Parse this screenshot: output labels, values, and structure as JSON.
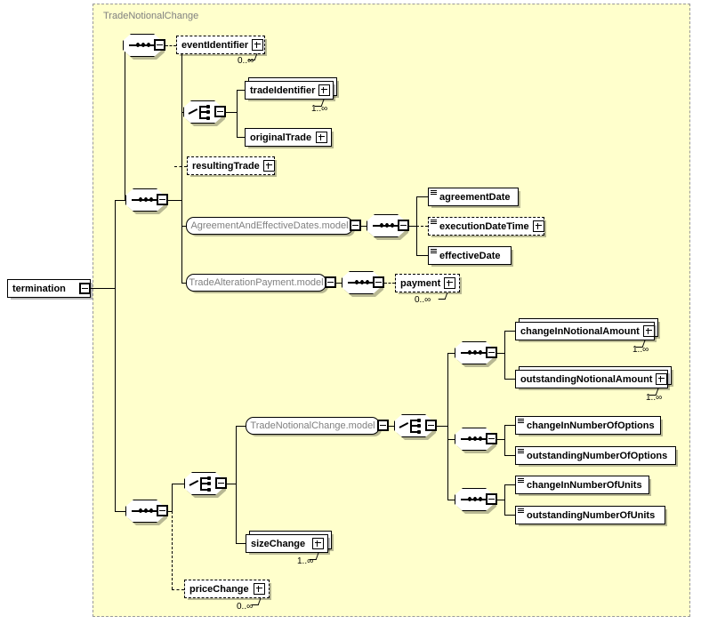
{
  "diagram": {
    "type": "xsd-schema-diagram",
    "root_element": {
      "name": "termination",
      "kind": "element",
      "expandable": true,
      "collapsed_control": "minus"
    },
    "group": {
      "name": "TradeNotionalChange",
      "border_style": "dashed",
      "background_color": "#ffffcc",
      "title_color": "#808080"
    },
    "colors": {
      "group_background": "#ffffcc",
      "group_border": "#999999",
      "node_background": "#ffffff",
      "node_border": "#000000",
      "model_text": "#808080",
      "element_text": "#000000",
      "canvas_background": "#ffffff"
    },
    "compositors": [
      {
        "id": "seq-top",
        "kind": "sequence",
        "glyph": "sequence-icon"
      },
      {
        "id": "choice-trade",
        "kind": "choice",
        "glyph": "choice-icon"
      },
      {
        "id": "seq-dates",
        "kind": "sequence",
        "glyph": "sequence-icon"
      },
      {
        "id": "seq-payment",
        "kind": "sequence",
        "glyph": "sequence-icon"
      },
      {
        "id": "seq-bottom",
        "kind": "sequence",
        "glyph": "sequence-icon"
      },
      {
        "id": "choice-size",
        "kind": "choice",
        "glyph": "choice-icon"
      },
      {
        "id": "choice-model",
        "kind": "choice",
        "glyph": "choice-icon"
      },
      {
        "id": "seq-notional",
        "kind": "sequence",
        "glyph": "sequence-icon"
      },
      {
        "id": "seq-options",
        "kind": "sequence",
        "glyph": "sequence-icon"
      },
      {
        "id": "seq-units",
        "kind": "sequence",
        "glyph": "sequence-icon"
      }
    ],
    "elements": [
      {
        "id": "eventIdentifier",
        "label": "eventIdentifier",
        "optional": true,
        "repeated": false,
        "expandable": true,
        "cardinality": "0..∞",
        "simple_type": false
      },
      {
        "id": "tradeIdentifier",
        "label": "tradeIdentifier",
        "optional": false,
        "repeated": true,
        "expandable": true,
        "cardinality": "1..∞",
        "simple_type": false
      },
      {
        "id": "originalTrade",
        "label": "originalTrade",
        "optional": false,
        "repeated": false,
        "expandable": true,
        "cardinality": "",
        "simple_type": false
      },
      {
        "id": "resultingTrade",
        "label": "resultingTrade",
        "optional": true,
        "repeated": false,
        "expandable": true,
        "cardinality": "",
        "simple_type": false
      },
      {
        "id": "agreementDate",
        "label": "agreementDate",
        "optional": false,
        "repeated": false,
        "expandable": false,
        "cardinality": "",
        "simple_type": true
      },
      {
        "id": "executionDateTime",
        "label": "executionDateTime",
        "optional": true,
        "repeated": false,
        "expandable": true,
        "cardinality": "",
        "simple_type": true
      },
      {
        "id": "effectiveDate",
        "label": "effectiveDate",
        "optional": false,
        "repeated": false,
        "expandable": false,
        "cardinality": "",
        "simple_type": true
      },
      {
        "id": "payment",
        "label": "payment",
        "optional": true,
        "repeated": false,
        "expandable": true,
        "cardinality": "0..∞",
        "simple_type": false
      },
      {
        "id": "changeInNotionalAmount",
        "label": "changeInNotionalAmount",
        "optional": false,
        "repeated": true,
        "expandable": true,
        "cardinality": "1..∞",
        "simple_type": false
      },
      {
        "id": "outstandingNotionalAmount",
        "label": "outstandingNotionalAmount",
        "optional": false,
        "repeated": true,
        "expandable": true,
        "cardinality": "1..∞",
        "simple_type": false
      },
      {
        "id": "changeInNumberOfOptions",
        "label": "changeInNumberOfOptions",
        "optional": false,
        "repeated": false,
        "expandable": false,
        "cardinality": "",
        "simple_type": true
      },
      {
        "id": "outstandingNumberOfOptions",
        "label": "outstandingNumberOfOptions",
        "optional": false,
        "repeated": false,
        "expandable": false,
        "cardinality": "",
        "simple_type": true
      },
      {
        "id": "changeInNumberOfUnits",
        "label": "changeInNumberOfUnits",
        "optional": false,
        "repeated": false,
        "expandable": false,
        "cardinality": "",
        "simple_type": true
      },
      {
        "id": "outstandingNumberOfUnits",
        "label": "outstandingNumberOfUnits",
        "optional": false,
        "repeated": false,
        "expandable": false,
        "cardinality": "",
        "simple_type": true
      },
      {
        "id": "sizeChange",
        "label": "sizeChange",
        "optional": false,
        "repeated": true,
        "expandable": true,
        "cardinality": "1..∞",
        "simple_type": false
      },
      {
        "id": "priceChange",
        "label": "priceChange",
        "optional": true,
        "repeated": false,
        "expandable": true,
        "cardinality": "0..∞",
        "simple_type": false
      }
    ],
    "models": [
      {
        "id": "AgreementAndEffectiveDates.model",
        "label": "AgreementAndEffectiveDates.model"
      },
      {
        "id": "TradeAlterationPayment.model",
        "label": "TradeAlterationPayment.model"
      },
      {
        "id": "TradeNotionalChange.model",
        "label": "TradeNotionalChange.model"
      }
    ],
    "labels": {
      "termination": "termination",
      "group_title": "TradeNotionalChange",
      "eventIdentifier": "eventIdentifier",
      "eventIdentifier_card": "0..∞",
      "tradeIdentifier": "tradeIdentifier",
      "tradeIdentifier_card": "1..∞",
      "originalTrade": "originalTrade",
      "resultingTrade": "resultingTrade",
      "AgreementAndEffectiveDates_model": "AgreementAndEffectiveDates.model",
      "agreementDate": "agreementDate",
      "executionDateTime": "executionDateTime",
      "effectiveDate": "effectiveDate",
      "TradeAlterationPayment_model": "TradeAlterationPayment.model",
      "payment": "payment",
      "payment_card": "0..∞",
      "TradeNotionalChange_model": "TradeNotionalChange.model",
      "changeInNotionalAmount": "changeInNotionalAmount",
      "changeInNotionalAmount_card": "1..∞",
      "outstandingNotionalAmount": "outstandingNotionalAmount",
      "outstandingNotionalAmount_card": "1..∞",
      "changeInNumberOfOptions": "changeInNumberOfOptions",
      "outstandingNumberOfOptions": "outstandingNumberOfOptions",
      "changeInNumberOfUnits": "changeInNumberOfUnits",
      "outstandingNumberOfUnits": "outstandingNumberOfUnits",
      "sizeChange": "sizeChange",
      "sizeChange_card": "1..∞",
      "priceChange": "priceChange",
      "priceChange_card": "0..∞"
    }
  }
}
